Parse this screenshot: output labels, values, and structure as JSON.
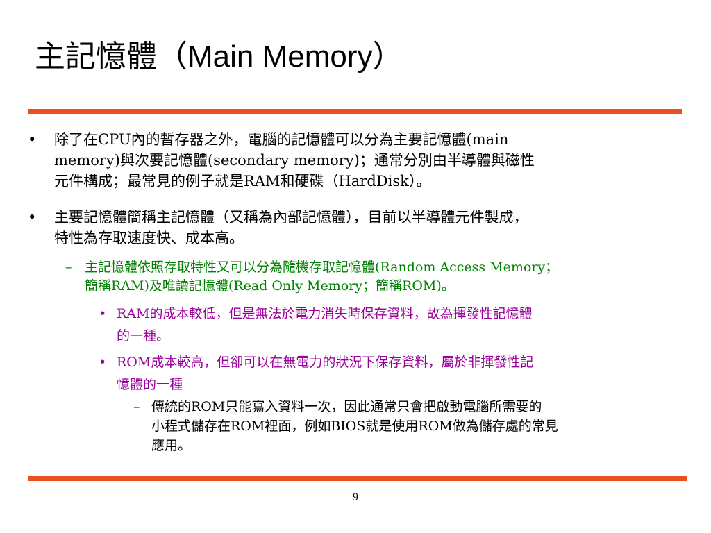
{
  "title": {
    "cjk_open": "主記憶體（",
    "latin": "Main Memory",
    "cjk_close": "）"
  },
  "bullets": {
    "b1": {
      "marker": "•",
      "line1": "除了在CPU內的暫存器之外，電腦的記憶體可以分為主要記憶體(main",
      "line2": "memory)與次要記憶體(secondary memory)；通常分別由半導體與磁性",
      "line3": "元件構成；最常見的例子就是RAM和硬碟（HardDisk）。"
    },
    "b2": {
      "marker": "•",
      "line1": "主要記憶體簡稱主記憶體（又稱為內部記憶體），目前以半導體元件製成，",
      "line2": "特性為存取速度快、成本高。"
    },
    "b3": {
      "marker": "–",
      "line1": "主記憶體依照存取特性又可以分為隨機存取記憶體(Random Access Memory；",
      "line2": "簡稱RAM)及唯讀記憶體(Read Only Memory；簡稱ROM)。"
    },
    "b4": {
      "marker": "•",
      "line1": "RAM的成本較低，但是無法於電力消失時保存資料，故為揮發性記憶體",
      "line2": "的一種。"
    },
    "b5": {
      "marker": "•",
      "line1": "ROM成本較高，但卻可以在無電力的狀況下保存資料，屬於非揮發性記",
      "line2": "憶體的一種"
    },
    "b6": {
      "marker": "–",
      "line1": "傳統的ROM只能寫入資料一次，因此通常只會把啟動電腦所需要的",
      "line2": "小程式儲存在ROM裡面，例如BIOS就是使用ROM做為儲存處的常見",
      "line3": "應用。"
    }
  },
  "page_number": "9",
  "colors": {
    "rule": "#e8501f",
    "level2_text": "#008000",
    "level3_text": "#990099",
    "body_text": "#000000"
  }
}
